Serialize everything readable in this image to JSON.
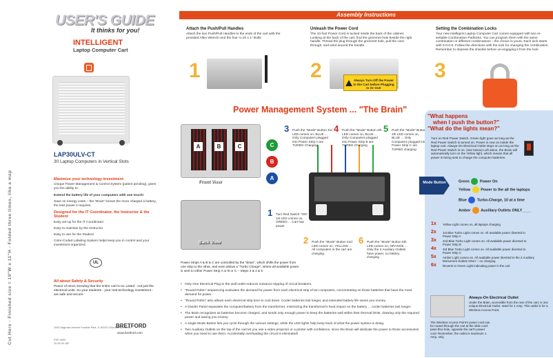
{
  "side_text": "Cut Here - Finished size = 19\"W x 11\"H - Folded three times, like a map",
  "cover": {
    "title": "USER'S GUIDE",
    "tagline": "It thinks for you!",
    "subtitle": "INTELLIGENT",
    "subtitle2": "Laptop Computer Cart",
    "model": "LAP30ULV-CT",
    "model_desc": "30 Laptop Computers in Vertical Slots",
    "h1": "Maximize your technology investment",
    "p1": "Unique Power Management & Control System (patent pending), gives you the ability to:",
    "p2": "Extend the battery life of your computers with one touch!",
    "p3": "Save on energy costs – the \"Brain\" knows the more charged a battery, the less power it requires.",
    "h2": "Designed for the IT Coordinator, the Instructor & the Student",
    "l1": "Easy set-up for the IT Coordinator",
    "l2": "Easy to maintain by the Instructor",
    "l3": "Easy to use for the Student",
    "p4": "Color-Coded Labeling System helps keep you in control and your investment organized.",
    "ul": "UL",
    "safety_h": "All about Safety & Security",
    "safety_p": "Peace of mind, knowing that the entire cart is UL Listed - not just the electrical units. So your students - your real technology investment - are safe and secure.",
    "address": "1000 Sagrnaw Avenue   Franklin Park, IL  60131  USA    800.521.6016",
    "brand": "BRETFORD",
    "url": "www.bretford.com",
    "code": "PSP-4000\n10.26.05 JAF"
  },
  "assembly": {
    "title": "Assembly Instructions",
    "steps": [
      {
        "num": "1",
        "title": "Attach the Push/Pull Handles",
        "text": "Attach the two Push/Pull Handles to the ends of the cart with the provided Allen Wrench and the four ¼-20 x 1\" Bolts."
      },
      {
        "num": "2",
        "title": "Unleash the Power Cord",
        "text": "The 10-foot Power Cord is tucked inside the back of the cabinet. Looking at the back of the cart, find the grommet hole beside the right handle. Thread the plug through the grommet hole, pull the cord through, and wind around the handle."
      },
      {
        "num": "3",
        "title": "Setting the Combination Locks",
        "text": "Your new Intelligent Laptop Computer Cart comes equipped with two re-settable Combination Padlocks. You can program them with the same combination or different combinations – the choice is yours. Each lock starts with 0-0-0-0. Follow the directions with the lock for changing the combination. Remember to depress the shackle before un-engaging it from the lock."
      }
    ],
    "warning": "Always Turn Off the Power to the Cart before Plugging In Or Out!"
  },
  "power": {
    "title": "Power Management System ... \"The Brain\"",
    "front_view": "Front View",
    "back_view": "Back View",
    "strips": [
      "A",
      "B",
      "C"
    ],
    "circles": [
      {
        "label": "C",
        "color": "#1f9a3a"
      },
      {
        "label": "B",
        "color": "#d6261d"
      },
      {
        "label": "A",
        "color": "#1b4fa0"
      }
    ],
    "notes": [
      {
        "num": "3",
        "color": "#1b4fa0",
        "text": "Push the \"Mode\" Button 3rd LED comes on, BLUE ... Only Computers plugged into Power Strip A are TURBO Charging"
      },
      {
        "num": "4",
        "color": "#d6261d",
        "text": "Push the \"Mode\" Button 4th LED comes on, BLUE ... Only Computers plugged into Power Strip B are TURBO Charging"
      },
      {
        "num": "5",
        "color": "#1f9a3a",
        "text": "Push the \"Mode\" Button 4th LED comes on, BLUE ... Only Computers plugged into Power Strip C are TURBO charging"
      },
      {
        "num": "1",
        "color": "#1b4fa0",
        "text": "Turn Red Switch \"ON\" 1st LED comes on, GREEN ... Cart has power"
      },
      {
        "num": "2",
        "color": "#f0a020",
        "text": "Push the \"Mode\" Button 2nd LED comes on, YELLOW ... All computers in the cart are charging"
      },
      {
        "num": "6",
        "color": "#f0a020",
        "text": "Push the \"Mode\" Button 5th LED comes on, ORANGE ... Only the 2 Auxiliary Outlets have power, no battery charging"
      }
    ],
    "strips_caption": "Power Strips A & B & C are controlled by the \"Brain\", which shifts the power from one strip to the other, and even allows a \"Turbo Charge\", where all available power is sent to either Power Strip A or B or C – Steps 3 & 4 & 5",
    "bullets": [
      "Only One Electrical Plug to the wall outlet reduces nuisance tripping of circuit breakers.",
      "\"Round Robin\" sequencing evaluates the demand for power from each electrical strip of ten computers, concentrating on those batteries that have the most demand for power.",
      "\"Round Robin\" also allows each electrical strip time to cool down. Cooler batteries last longer, and extended battery life saves you money.",
      "A Divider Panel separates the computer/battery from the transformer, minimizing the transformer's heat impact on the battery ... cooler batteries last longer.",
      "The Brain recognizes as batteries become charged, and sends only enough power to keep the batteries well within their thermal limits, drawing only the required power and saving you money.",
      "A single Mode Button lets you cycle through the various settings, while the LED lights help keep track of what the power system is doing.",
      "Two Auxiliary Outlets on the top of the cart let you use a video projector or a printer with confidence, since the Brain will dedicate the power to those accessories when you need to use them.  Accidentally overloading the circuit is eliminated!"
    ]
  },
  "lights": {
    "title1": "\"What happens",
    "title2": "when I push the button?\"",
    "title3": "\"What do the lights mean?\"",
    "intro": "Turn on Red Power Switch. Green light goes as long as the Red Power Switch is turned on. Power is now on inside the laptop cart. Always-On Electrical Outlet stays on as long as the Red Power Switch is on. (see below) Left alone, the Brain will automatically turn on the Yellow light, which means that all power is being sent to charge the computer batteries.",
    "mode_button": "Mode Button",
    "rows": [
      {
        "label": "Green",
        "suffix": "Power On",
        "color": "#22a83a"
      },
      {
        "label": "Yellow",
        "suffix": "Power to the all the laptops",
        "color": "#f5d21c"
      },
      {
        "label": "Blue",
        "suffix": "Turbo-Charge, 10 at a time",
        "color": "#2a5fd6"
      },
      {
        "label": "Amber",
        "suffix": "Auxiliary Outlets  ONLY____",
        "color": "#f0921c"
      }
    ],
    "modes": [
      {
        "x": "1x",
        "text": "Yellow Light comes on, all laptops charging"
      },
      {
        "x": "2x",
        "text": "1st Blue Turbo Light comes on. All available power diverted to Power Strip A"
      },
      {
        "x": "3x",
        "text": "2nd Blue Turbo Light comes on.  All available power diverted to Power Strip B"
      },
      {
        "x": "4x",
        "text": "3rd Blue Turbo Light comes on.  All available power diverted to Power Strip C"
      },
      {
        "x": "5x",
        "text": "Amber Light comes on. All available power diverted to the 2 Auxiliary Monument Outlets ONLY – no charging"
      },
      {
        "x": "6x",
        "text": "Reverts to Green Light indicating power in the cart"
      }
    ],
    "always_on_title": "Always-On Electrical Outlet",
    "always_on": "Under the Brain, accessible from the rear of the cart, is one unique Electrical Outlet, rated for 1 Amp. This outlet is for a Wireless Access Point.",
    "wireless": "The Wireless Access Point's power cord can be routed through the cart at the slide cord-pass-thru-hole, opposite the cart's power cord. Remember, the outlet is maximum 1 Amp. only."
  }
}
